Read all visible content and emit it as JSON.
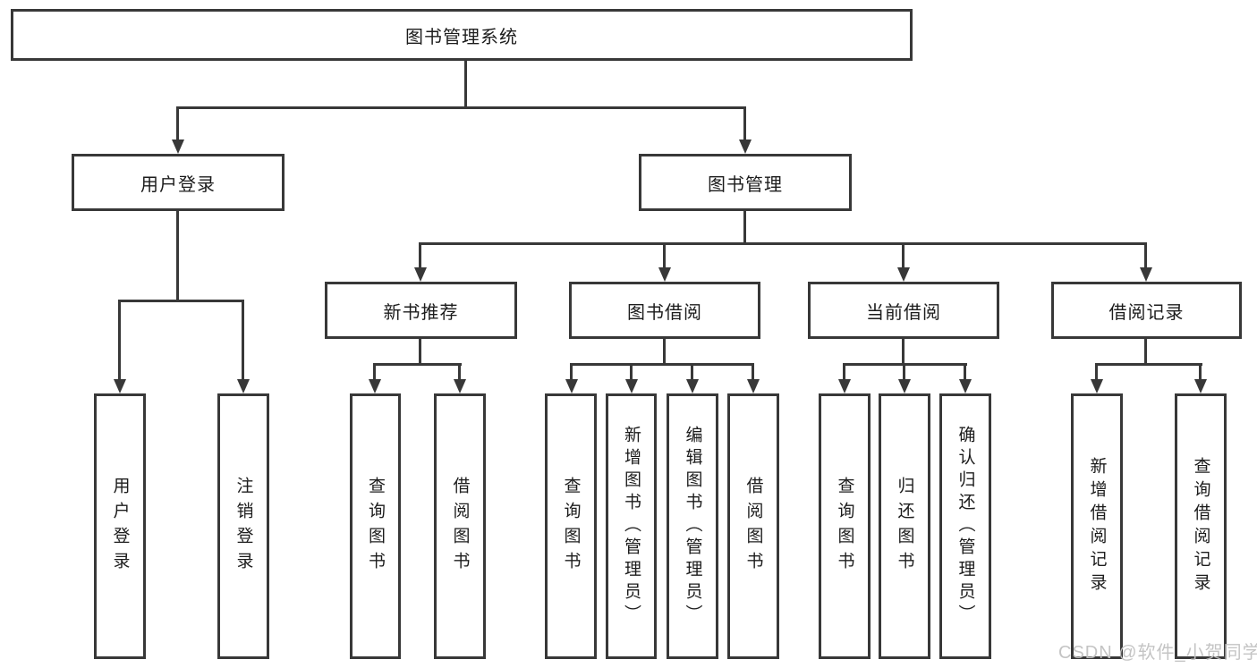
{
  "diagram": {
    "root": "图书管理系统",
    "branches": [
      {
        "label": "用户登录",
        "leaves": [
          "用户登录",
          "注销登录"
        ]
      },
      {
        "label": "图书管理",
        "groups": [
          {
            "label": "新书推荐",
            "leaves": [
              "查询图书",
              "借阅图书"
            ]
          },
          {
            "label": "图书借阅",
            "leaves": [
              "查询图书",
              "新增图书（管理员）",
              "编辑图书（管理员）",
              "借阅图书"
            ]
          },
          {
            "label": "当前借阅",
            "leaves": [
              "查询图书",
              "归还图书",
              "确认归还（管理员）"
            ]
          },
          {
            "label": "借阅记录",
            "leaves": [
              "新增借阅记录",
              "查询借阅记录"
            ]
          }
        ]
      }
    ]
  },
  "watermark": {
    "text": "CSDN @软件_小贺同学",
    "color": "#c1c1c1"
  },
  "colors": {
    "line": "#383838",
    "box_border": "#383838",
    "box_background": "#ffffff",
    "text": "#1c1c1c",
    "page_background": "#ffffff"
  }
}
